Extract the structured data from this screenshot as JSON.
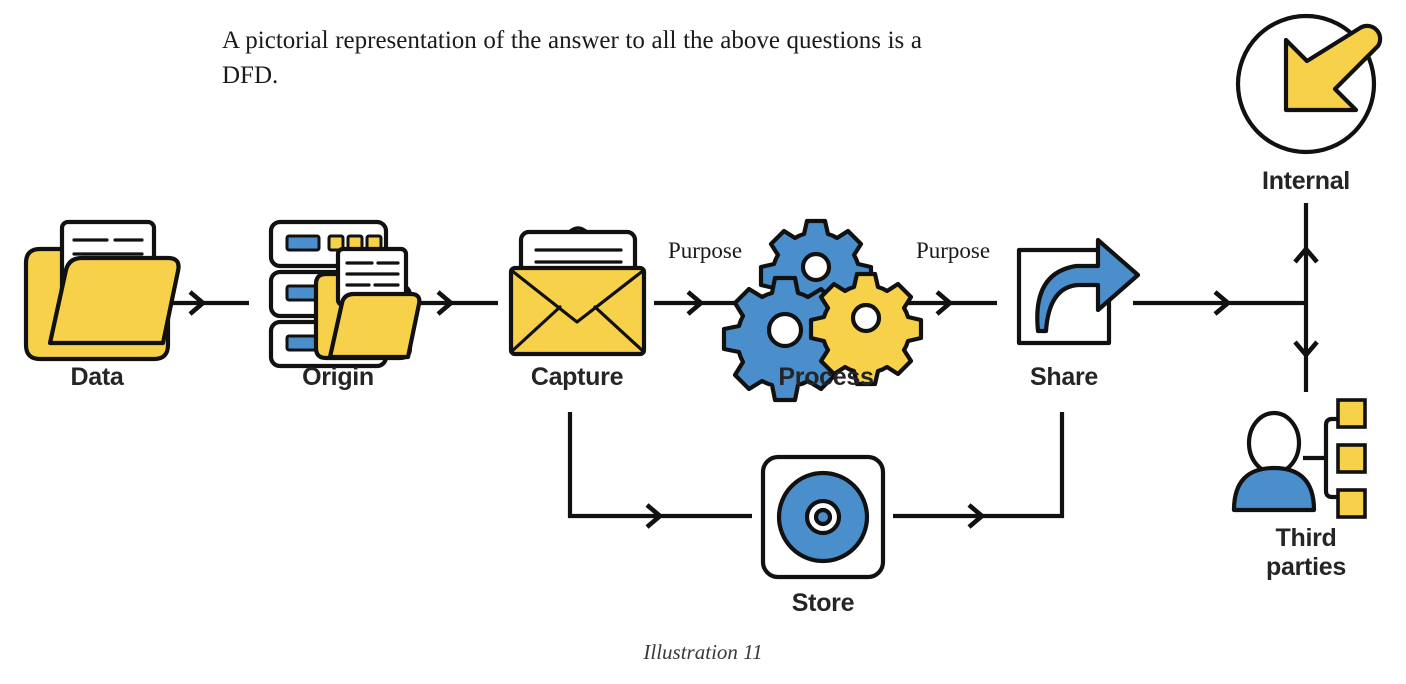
{
  "intro": {
    "text": "A pictorial representation of the answer to all the above questions is a DFD."
  },
  "caption": {
    "text": "Illustration 11"
  },
  "colors": {
    "yellow": "#F7D14A",
    "blue": "#4A8FCB",
    "stroke": "#111111",
    "white": "#FFFFFF",
    "label": "#252525"
  },
  "diagram": {
    "type": "data-flow-diagram",
    "nodes": [
      {
        "id": "data",
        "label": "Data",
        "icon": "folder-document-icon"
      },
      {
        "id": "origin",
        "label": "Origin",
        "icon": "server-rack-folder-icon"
      },
      {
        "id": "capture",
        "label": "Capture",
        "icon": "envelope-document-icon"
      },
      {
        "id": "process",
        "label": "Process",
        "icon": "gears-icon"
      },
      {
        "id": "share",
        "label": "Share",
        "icon": "page-share-arrow-icon"
      },
      {
        "id": "store",
        "label": "Store",
        "icon": "disc-storage-icon"
      },
      {
        "id": "internal",
        "label": "Internal",
        "icon": "circle-inward-arrow-icon"
      },
      {
        "id": "third_parties",
        "label": "Third\nparties",
        "icon": "person-network-icon"
      }
    ],
    "edges": [
      {
        "from": "data",
        "to": "origin",
        "label": ""
      },
      {
        "from": "origin",
        "to": "capture",
        "label": ""
      },
      {
        "from": "capture",
        "to": "process",
        "label": "Purpose"
      },
      {
        "from": "process",
        "to": "share",
        "label": "Purpose"
      },
      {
        "from": "share",
        "to": "recipients",
        "label": ""
      },
      {
        "from": "capture",
        "to": "store",
        "label": ""
      },
      {
        "from": "store",
        "to": "share",
        "label": ""
      },
      {
        "from": "bus",
        "to": "internal",
        "label": ""
      },
      {
        "from": "bus",
        "to": "third_parties",
        "label": ""
      }
    ],
    "edge_labels": {
      "capture_process": "Purpose",
      "process_share": "Purpose"
    }
  }
}
